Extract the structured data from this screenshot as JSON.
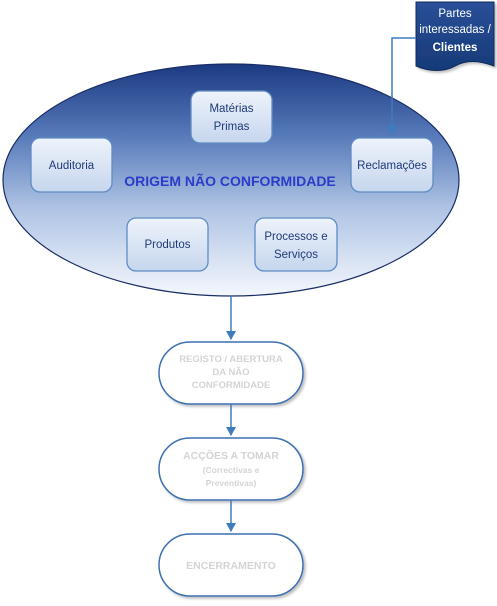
{
  "origin": {
    "title": "ORIGEM NÃO CONFORMIDADE",
    "sources": {
      "materias_primas": [
        "Matérias",
        "Primas"
      ],
      "auditoria": "Auditoria",
      "reclamacoes": "Reclamações",
      "produtos": "Produtos",
      "processos_servicos": [
        "Processos e",
        "Serviços"
      ]
    }
  },
  "stakeholders": {
    "lines": [
      "Partes",
      "interessadas /"
    ],
    "bold_line": "Clientes"
  },
  "process": {
    "registo": [
      "REGISTO / ABERTURA",
      "DA NÃO",
      "CONFORMIDADE"
    ],
    "accoes": {
      "title": "ACÇÕES A TOMAR",
      "subtitle": [
        "(Correctivas e",
        "Preventivas)"
      ]
    },
    "encerramento": "ENCERRAMENTO"
  },
  "colors": {
    "ellipse_dark": "#1c3a82",
    "ellipse_light": "#f4f7fd",
    "box_border": "#5f8cc4",
    "arrow": "#3e7cc0",
    "document_fill": "#1e3f80",
    "origin_text": "#2a3cc8",
    "stage_text": "#d4d4d4"
  }
}
